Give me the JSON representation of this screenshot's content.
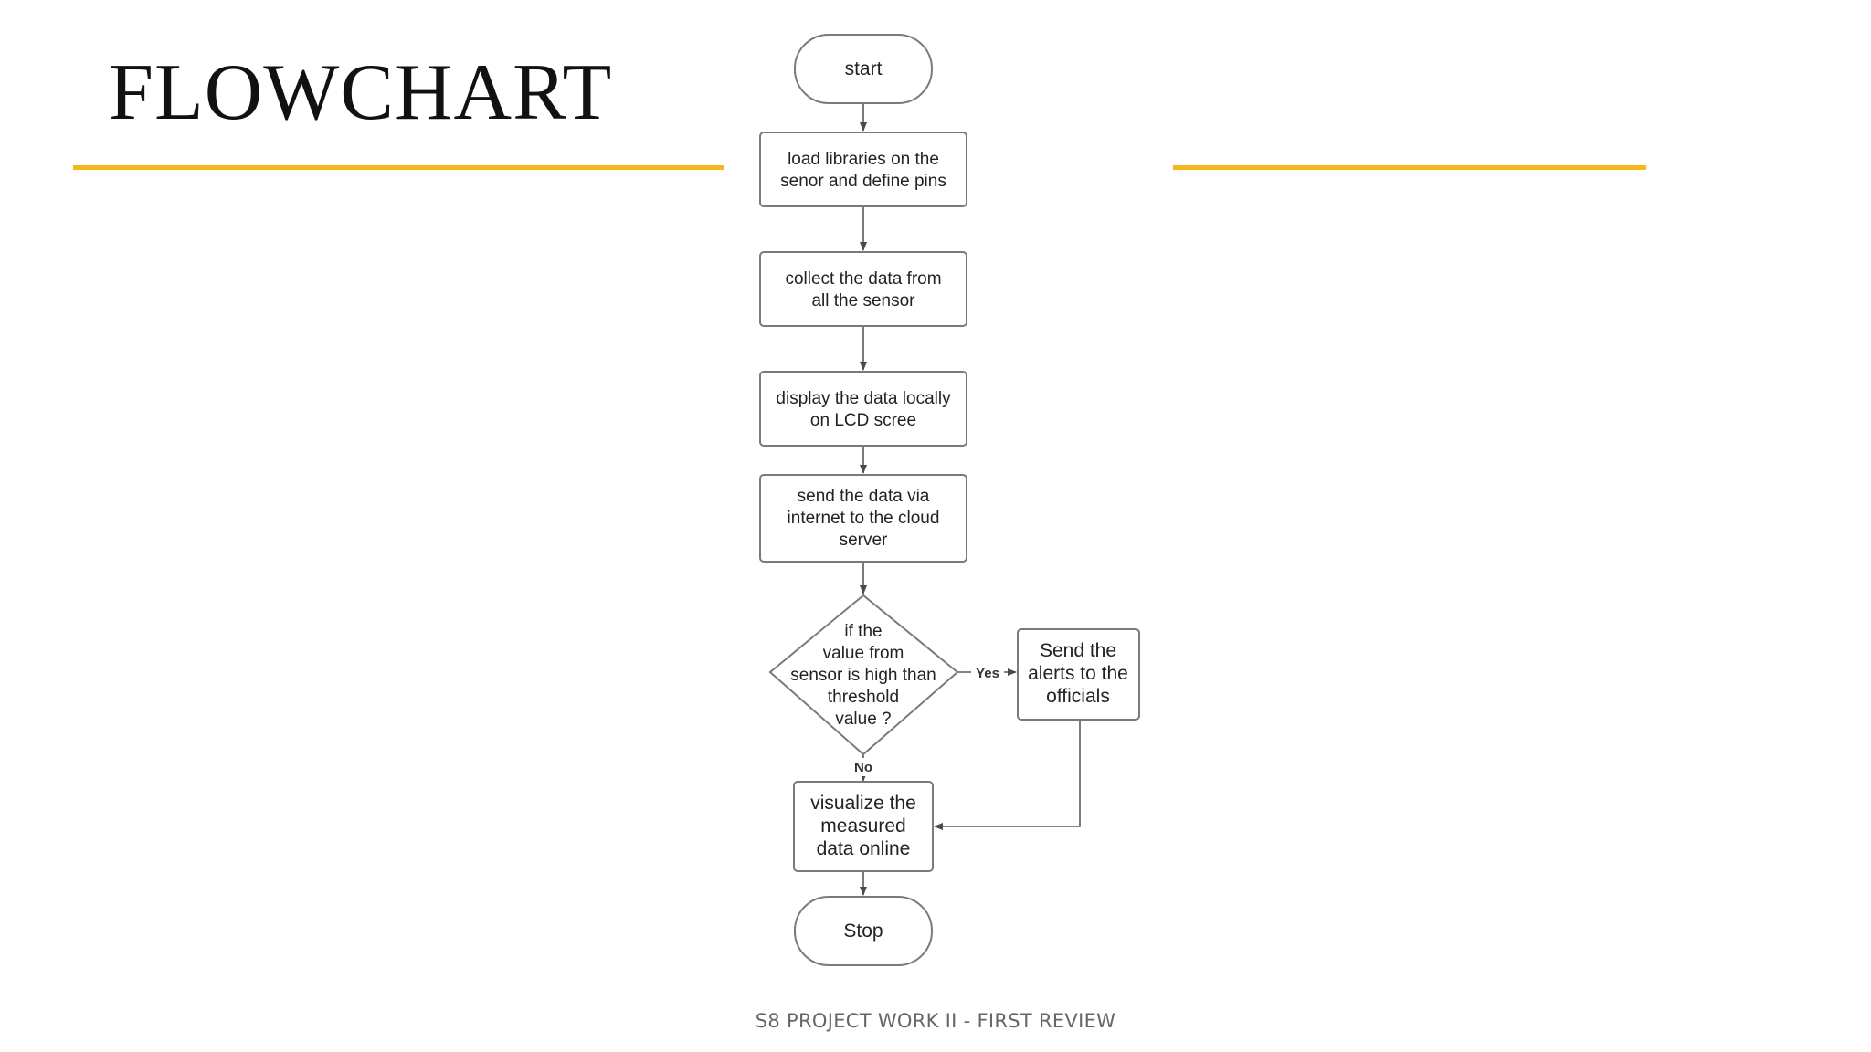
{
  "slide": {
    "title": "FLOWCHART",
    "footer": "S8 PROJECT WORK II - FIRST REVIEW",
    "accent_color": "#f2b81c"
  },
  "flowchart": {
    "nodes": {
      "start": {
        "lines": [
          "start"
        ]
      },
      "load": {
        "lines": [
          "load libraries on the",
          "senor and define pins"
        ]
      },
      "collect": {
        "lines": [
          "collect the data from",
          "all the sensor"
        ]
      },
      "display": {
        "lines": [
          "display the data locally",
          "on LCD scree"
        ]
      },
      "send": {
        "lines": [
          "send the data via",
          "internet to the cloud",
          "server"
        ]
      },
      "decision": {
        "lines": [
          "if the",
          "value from",
          "sensor is high than",
          "threshold",
          "value ?"
        ]
      },
      "alerts": {
        "lines": [
          "Send the",
          "alerts to the",
          "officials"
        ]
      },
      "visualize": {
        "lines": [
          "visualize the",
          "measured",
          "data online"
        ]
      },
      "stop": {
        "lines": [
          "Stop"
        ]
      }
    },
    "edge_labels": {
      "yes": "Yes",
      "no": "No"
    }
  }
}
